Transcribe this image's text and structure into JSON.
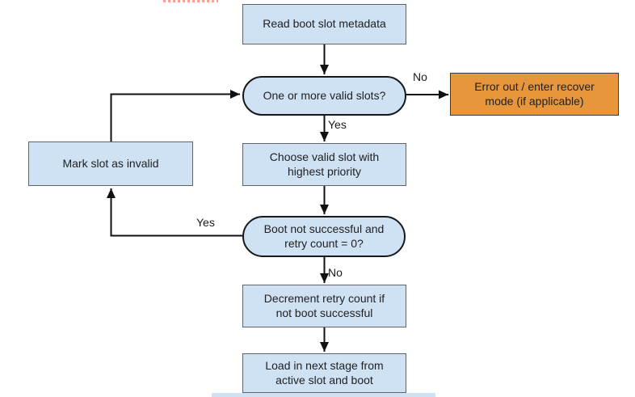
{
  "colors": {
    "process_fill": "#cfe2f3",
    "process_border": "#5f646a",
    "decision_fill": "#cfe2f3",
    "decision_border": "#17181a",
    "error_fill": "#e8963c",
    "error_border": "#3b3b3b",
    "arrow": "#111111",
    "text": "#202124",
    "top_artifact_red": "#f2a19e"
  },
  "flowchart": {
    "nodes": {
      "read": {
        "type": "process",
        "label": "Read boot slot metadata"
      },
      "valid_slots": {
        "type": "decision",
        "label": "One or more valid slots?"
      },
      "error": {
        "type": "error",
        "label": "Error out / enter recover mode (if applicable)"
      },
      "choose": {
        "type": "process",
        "label": "Choose valid slot with highest priority"
      },
      "mark_invalid": {
        "type": "process",
        "label": "Mark slot as invalid"
      },
      "boot_check": {
        "type": "decision",
        "label": "Boot not successful and retry count = 0?"
      },
      "decrement": {
        "type": "process",
        "label": "Decrement retry count if not boot successful"
      },
      "load": {
        "type": "process",
        "label": "Load in next stage from active slot and boot"
      }
    },
    "edge_labels": {
      "valid_no": "No",
      "valid_yes": "Yes",
      "boot_yes": "Yes",
      "boot_no": "No"
    }
  }
}
